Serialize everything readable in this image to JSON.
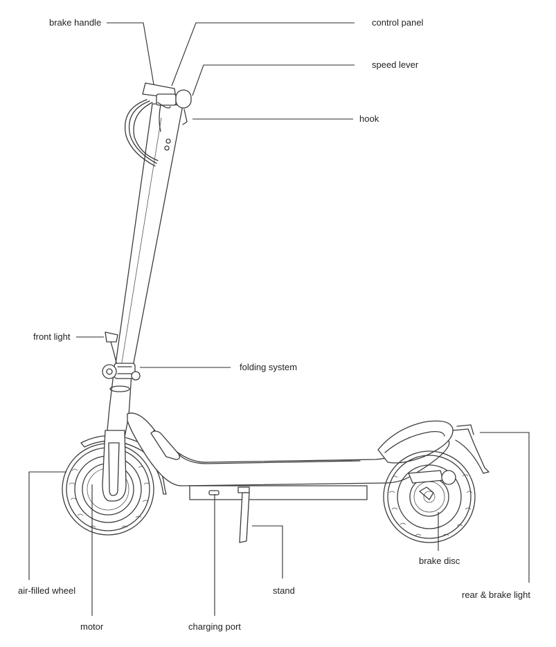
{
  "labels": {
    "brake_handle": "brake handle",
    "control_panel": "control panel",
    "speed_lever": "speed lever",
    "hook": "hook",
    "front_light": "front light",
    "folding_system": "folding system",
    "air_filled_wheel": "air-filled wheel",
    "motor": "motor",
    "charging_port": "charging port",
    "stand": "stand",
    "brake_disc": "brake disc",
    "rear_brake_light": "rear & brake light"
  }
}
